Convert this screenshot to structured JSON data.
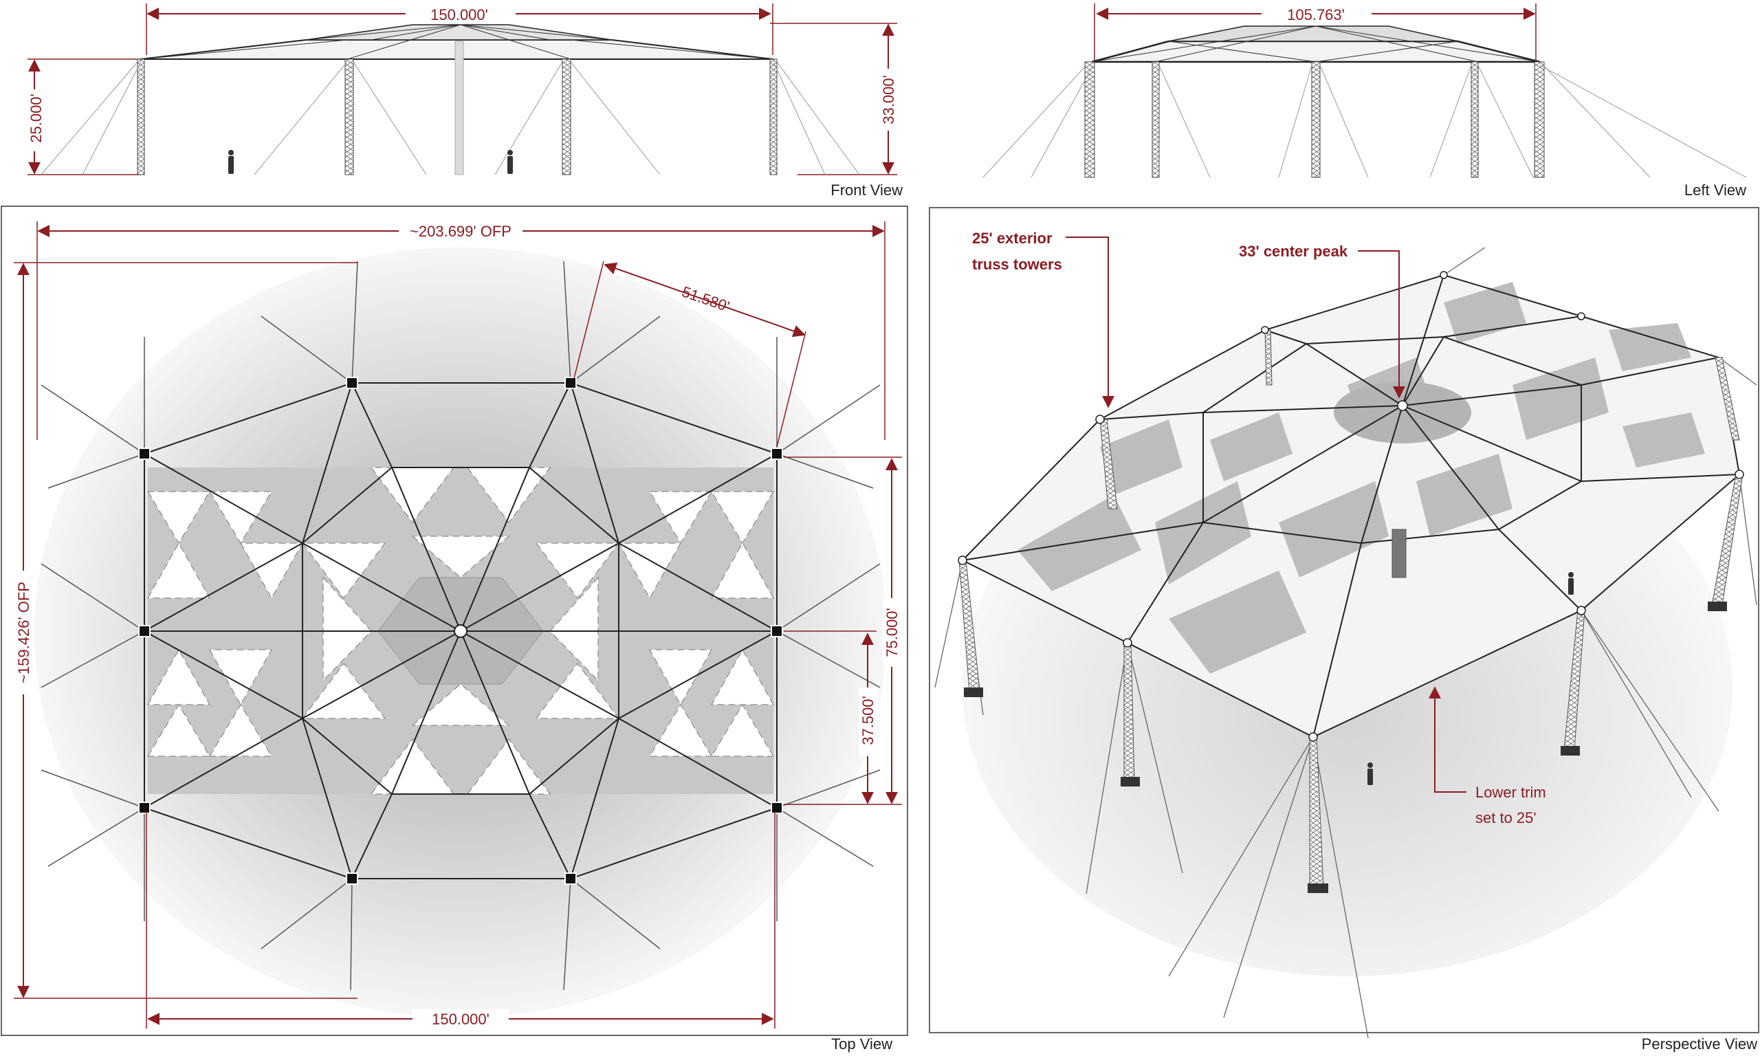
{
  "views": {
    "front": "Front View",
    "left": "Left View",
    "top": "Top View",
    "perspective": "Perspective View"
  },
  "front": {
    "span": "150.000'",
    "height_low": "25.000'",
    "height_peak": "33.000'"
  },
  "left": {
    "span": "105.763'"
  },
  "top": {
    "width_ofp": "~203.699' OFP",
    "depth_ofp": "~159.426' OFP",
    "diag": "51.580'",
    "depth": "75.000'",
    "half_depth": "37.500'",
    "length": "150.000'"
  },
  "perspective": {
    "towers_l1": "25' exterior",
    "towers_l2": "truss towers",
    "peak": "33' center peak",
    "trim_l1": "Lower trim",
    "trim_l2": "set to 25'"
  },
  "colors": {
    "dimension": "#8b1d23",
    "frame": "#222222",
    "panel_shade": "#b9b9b9"
  }
}
